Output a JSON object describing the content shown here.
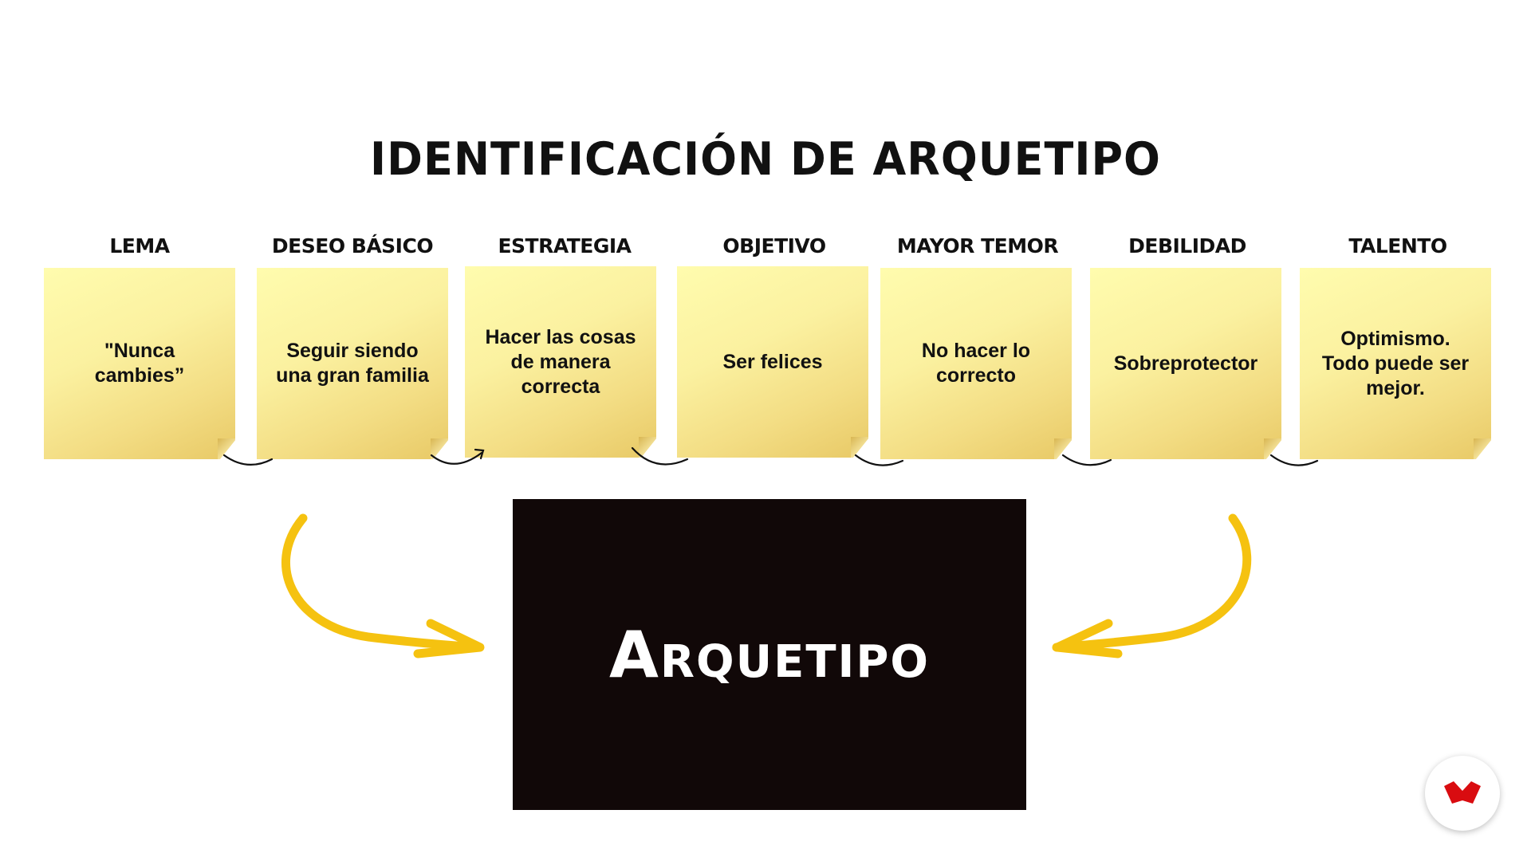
{
  "title": "IDENTIFICACIÓN DE ARQUETIPO",
  "cards": [
    {
      "label": "LEMA",
      "text": "\"Nunca cambies”"
    },
    {
      "label": "DESEO BÁSICO",
      "text": "Seguir siendo una gran familia"
    },
    {
      "label": "ESTRATEGIA",
      "text": "Hacer las cosas de manera correcta"
    },
    {
      "label": "OBJETIVO",
      "text": "Ser felices"
    },
    {
      "label": "MAYOR TEMOR",
      "text": "No hacer lo correcto"
    },
    {
      "label": "DEBILIDAD",
      "text": "Sobreprotector"
    },
    {
      "label": "TALENTO",
      "text": "Optimismo. Todo puede ser mejor."
    }
  ],
  "archetype": {
    "label": "Arquetipo"
  },
  "colors": {
    "note": "#fbf1a0",
    "arrow": "#f5c210",
    "box": "#110808",
    "logo": "#d90c10"
  },
  "icons": {
    "logo": "brand-logo-icon"
  }
}
